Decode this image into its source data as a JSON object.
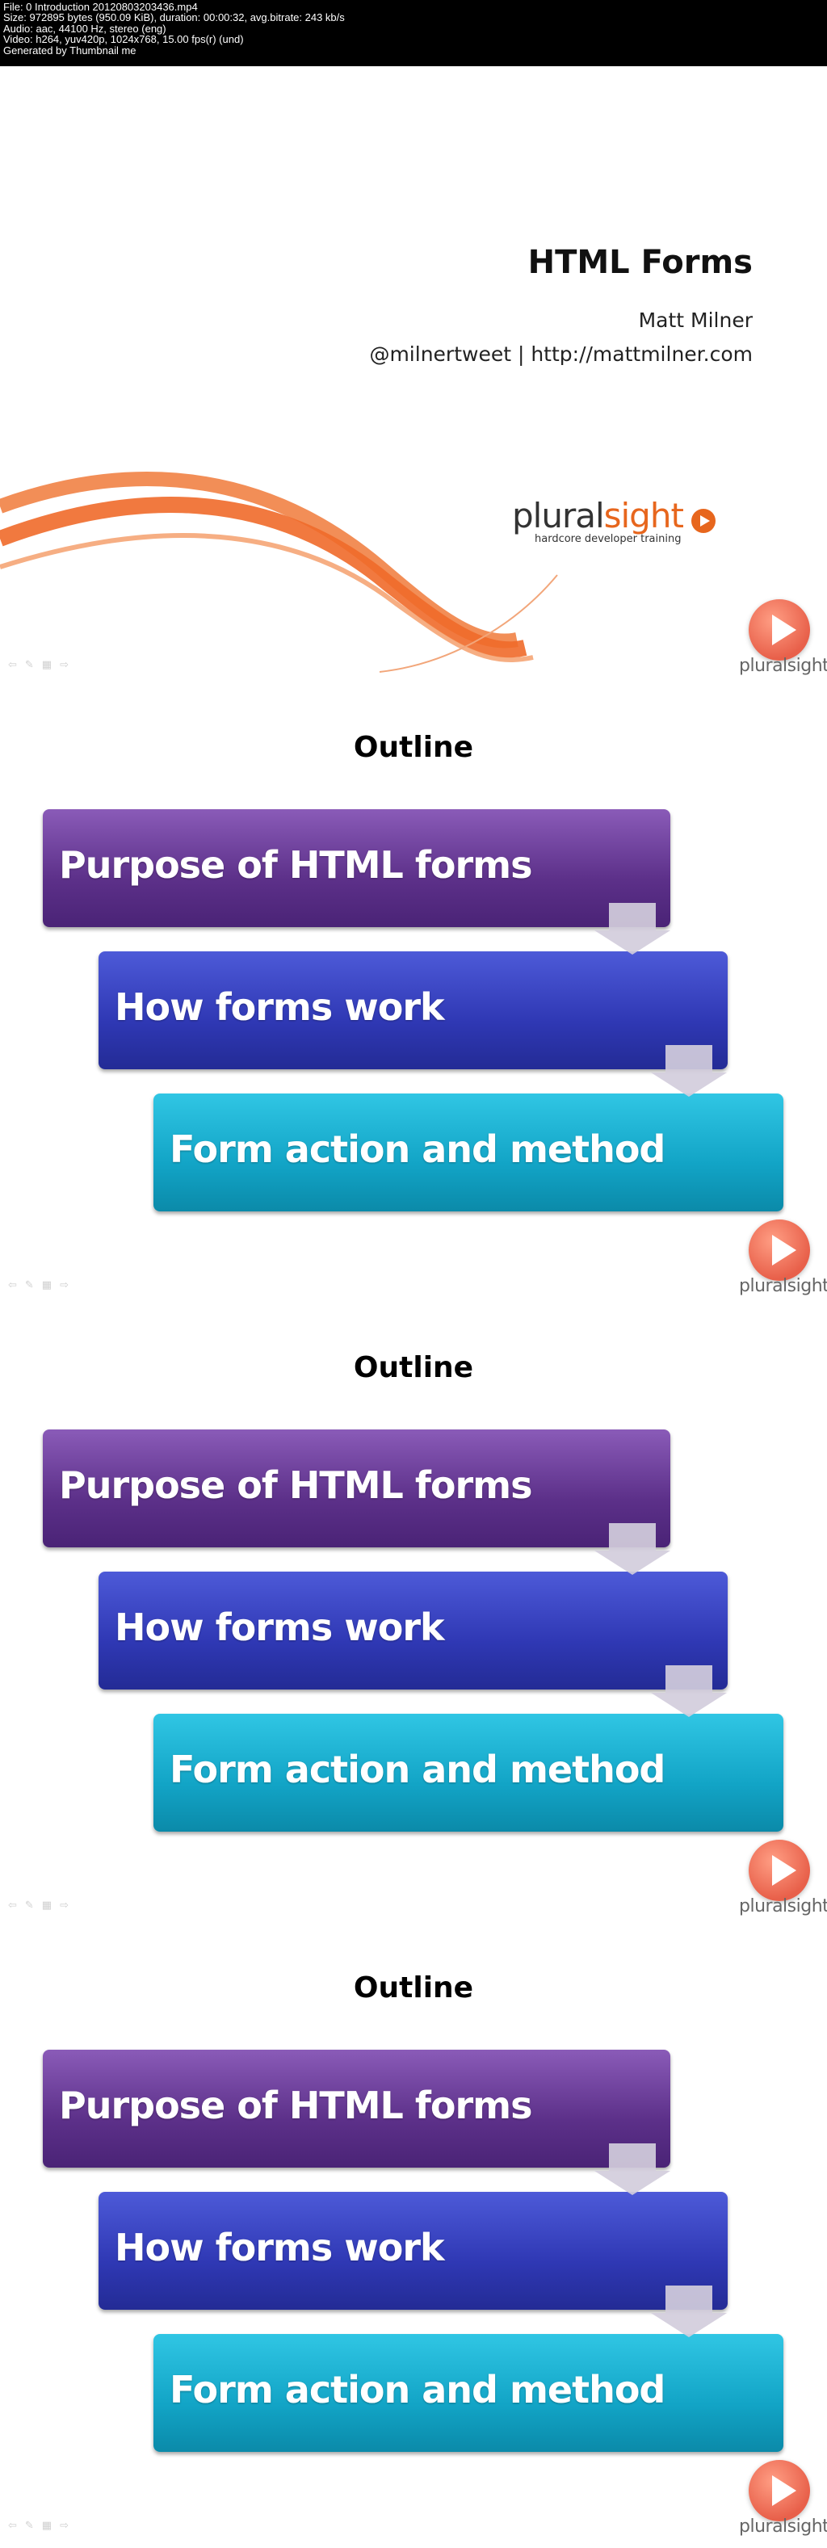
{
  "header": {
    "lines": [
      "File: 0 Introduction 20120803203436.mp4",
      "Size: 972895 bytes (950.09 KiB), duration: 00:00:32, avg.bitrate: 243 kb/s",
      "Audio: aac, 44100 Hz, stereo (eng)",
      "Video: h264, yuv420p, 1024x768, 15.00 fps(r) (und)",
      "Generated by Thumbnail me"
    ]
  },
  "slide1": {
    "title": "HTML Forms",
    "author": "Matt Milner",
    "contact": "@milnertweet | http://mattmilner.com",
    "logo_word_1": "plural",
    "logo_word_2": "sight",
    "logo_tagline": "hardcore developer training"
  },
  "outline": {
    "heading": "Outline",
    "items": [
      "Purpose of HTML forms",
      "How forms work",
      "Form action and method"
    ]
  },
  "corner": {
    "logo": "pluralsight",
    "sub": "pluralsight"
  },
  "colors": {
    "accent": "#e7661d",
    "purple": "#5c3089",
    "blue": "#2f38b4",
    "cyan": "#12a4c6"
  }
}
